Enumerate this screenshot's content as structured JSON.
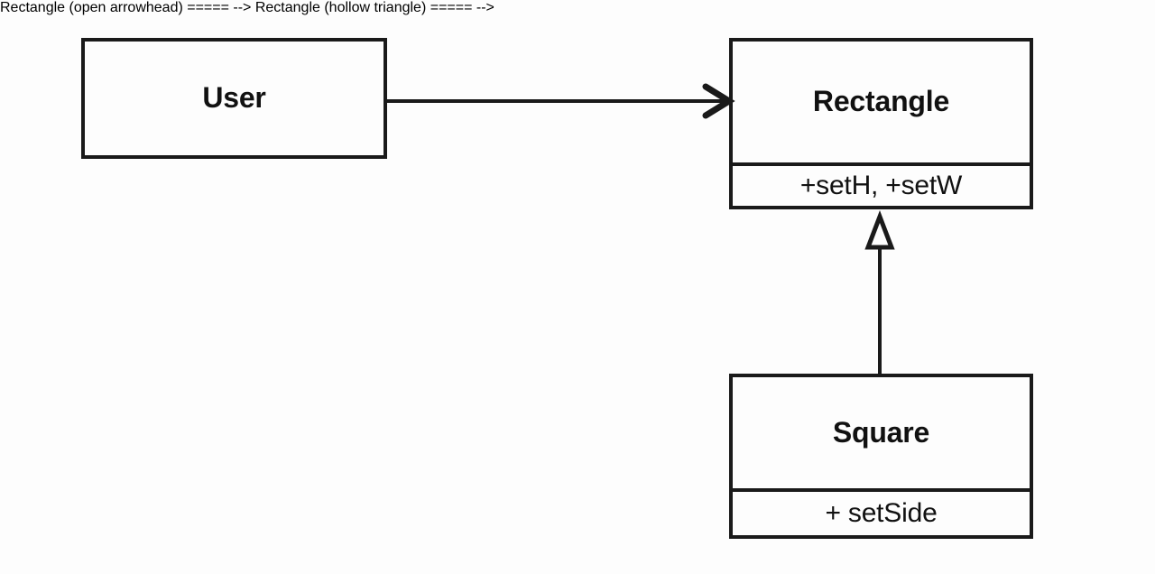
{
  "diagram": {
    "type": "uml-class-diagram",
    "background_color": "#fdfdfd",
    "stroke_color": "#1a1a1a",
    "text_color": "#111111",
    "classes": [
      {
        "id": "user",
        "name": "User",
        "compartments": [
          "User"
        ],
        "members": null
      },
      {
        "id": "rectangle",
        "name": "Rectangle",
        "compartments": [
          "Rectangle",
          "+setH, +setW"
        ],
        "members": "+setH, +setW"
      },
      {
        "id": "square",
        "name": "Square",
        "compartments": [
          "Square",
          "+ setSide"
        ],
        "members": "+ setSide"
      }
    ],
    "relationships": [
      {
        "id": "assoc-user-rectangle",
        "kind": "association",
        "arrowhead": "open-arrow",
        "source": "User",
        "target": "Rectangle",
        "direction": "left-to-right",
        "label": ""
      },
      {
        "id": "gener-square-rectangle",
        "kind": "generalization",
        "arrowhead": "hollow-triangle",
        "source": "Square",
        "target": "Rectangle",
        "direction": "bottom-to-top",
        "label": ""
      }
    ]
  }
}
